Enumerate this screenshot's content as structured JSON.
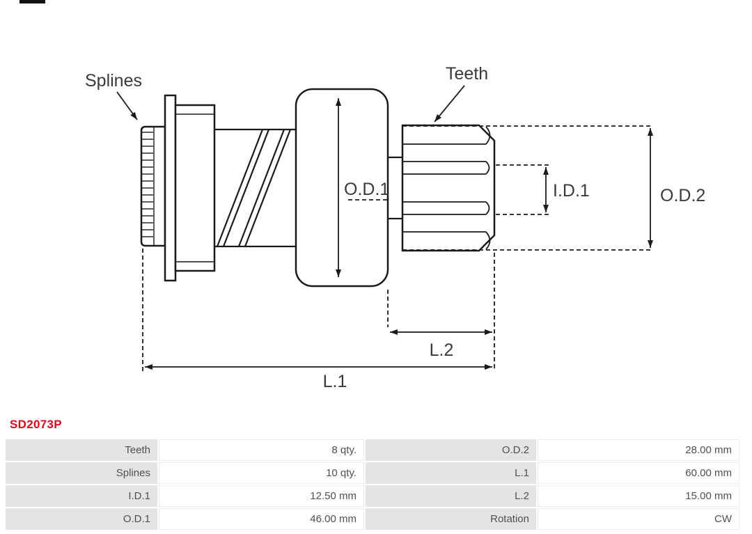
{
  "part_number": "SD2073P",
  "colors": {
    "accent": "#e2001a",
    "drawing_line": "#1a1a1a",
    "table_label_bg": "#e4e4e4"
  },
  "diagram": {
    "labels": {
      "splines": "Splines",
      "teeth": "Teeth",
      "od1": "O.D.1",
      "id1": "I.D.1",
      "od2": "O.D.2",
      "l1": "L.1",
      "l2": "L.2"
    }
  },
  "specs": {
    "rows": [
      {
        "label1": "Teeth",
        "value1": "8 qty.",
        "label2": "O.D.2",
        "value2": "28.00 mm"
      },
      {
        "label1": "Splines",
        "value1": "10 qty.",
        "label2": "L.1",
        "value2": "60.00 mm"
      },
      {
        "label1": "I.D.1",
        "value1": "12.50 mm",
        "label2": "L.2",
        "value2": "15.00 mm"
      },
      {
        "label1": "O.D.1",
        "value1": "46.00 mm",
        "label2": "Rotation",
        "value2": "CW"
      }
    ]
  }
}
